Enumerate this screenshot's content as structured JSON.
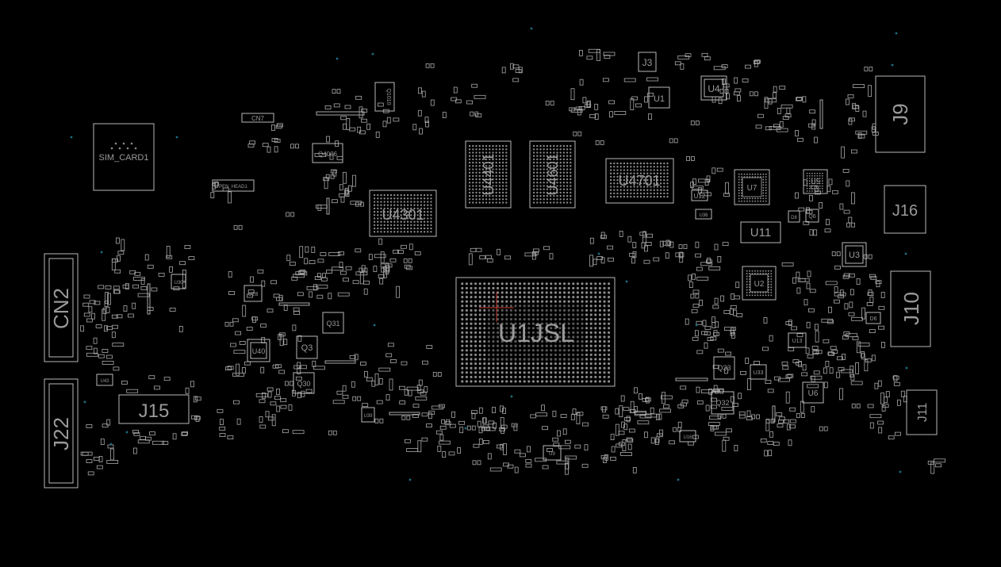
{
  "board": {
    "background": "#000000",
    "outline_color": "#b9b9b9",
    "label_color": "#9a9a9a",
    "via_color": "#1d6f83",
    "cursor_color": "#c0392b"
  },
  "labels": {
    "sim_card": "SIM_CARD1",
    "pen_head": "PEN_HEAD1",
    "cn7": "CN7",
    "q4006": "Q4006",
    "q1010": "Q1010",
    "cn2": "CN2",
    "j22": "J22",
    "j15": "J15",
    "u4301": "U4301",
    "u4401": "U4401",
    "u4601": "U4601",
    "u4701": "U4701",
    "u1jsl": "U1JSL",
    "j3": "J3",
    "u1": "U1",
    "u4": "U4",
    "j9": "J9",
    "j16": "J16",
    "u7": "U7",
    "u5": "U5",
    "u12": "U12",
    "u11": "U11",
    "u36": "U36",
    "d8": "D8",
    "q6": "Q6",
    "u3": "U3",
    "j10": "J10",
    "j11": "J11",
    "u6": "U6",
    "u13": "U13",
    "u33": "U33",
    "q33": "Q33",
    "q32": "Q32",
    "u2": "U2",
    "q31": "Q31",
    "q3": "Q3",
    "u40": "U40",
    "q30": "Q30",
    "u28": "U28",
    "u9": "U9",
    "u43": "U43",
    "u30": "U30",
    "d6": "D6",
    "u39": "U39",
    "u16": "U16"
  }
}
